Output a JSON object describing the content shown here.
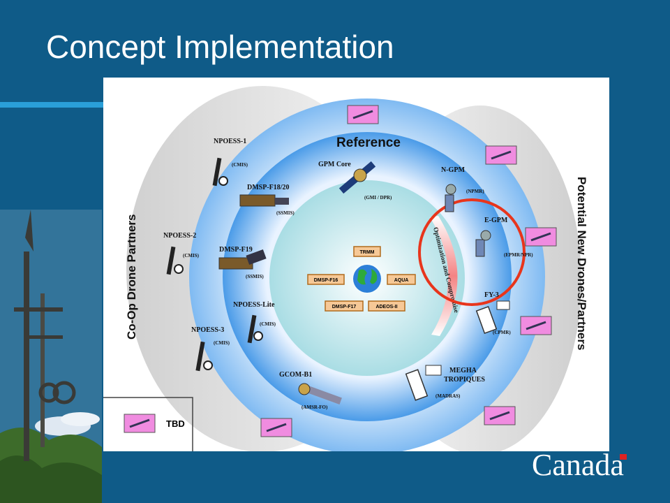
{
  "slide": {
    "title": "Concept Implementation",
    "brand": "Canada"
  },
  "diagram": {
    "left_band": "Co-Op Drone Partners",
    "right_band": "Potential New Drones/Partners",
    "reference": "Reference",
    "tbd": "TBD",
    "arc_text": "Optimization and Compromise",
    "core_boxes": [
      "TRMM",
      "DMSP-F16",
      "AQUA",
      "DMSP-F17",
      "ADEOS-II"
    ],
    "satellites": [
      {
        "name": "NPOESS-1",
        "sensor": "(CMIS)"
      },
      {
        "name": "DMSP-F18/20",
        "sensor": "(SSMIS)"
      },
      {
        "name": "NPOESS-2",
        "sensor": "(CMIS)"
      },
      {
        "name": "DMSP-F19",
        "sensor": "(SSMIS)"
      },
      {
        "name": "NPOESS-Lite",
        "sensor": "(CMIS)"
      },
      {
        "name": "NPOESS-3",
        "sensor": "(CMIS)"
      },
      {
        "name": "GPM Core",
        "sensor": "(GMI / DPR)"
      },
      {
        "name": "GCOM-B1",
        "sensor": "(AMSR-FO)"
      },
      {
        "name": "N-GPM",
        "sensor": "(NPMR)"
      },
      {
        "name": "E-GPM",
        "sensor": "(EPMR/NPR)"
      },
      {
        "name": "FY-3",
        "sensor": "(CPMR)"
      },
      {
        "name": "MEGHA",
        "name2": "TROPIQUES",
        "sensor": "(MADRAS)"
      }
    ],
    "colors": {
      "ring_blue": "#5aa7ee",
      "core_teal": "#bfe7ea",
      "highlight_circle": "#e8351c",
      "box_fill": "#f6c896",
      "box_stroke": "#b06a1c",
      "drone_fill": "#f08ce0"
    }
  }
}
